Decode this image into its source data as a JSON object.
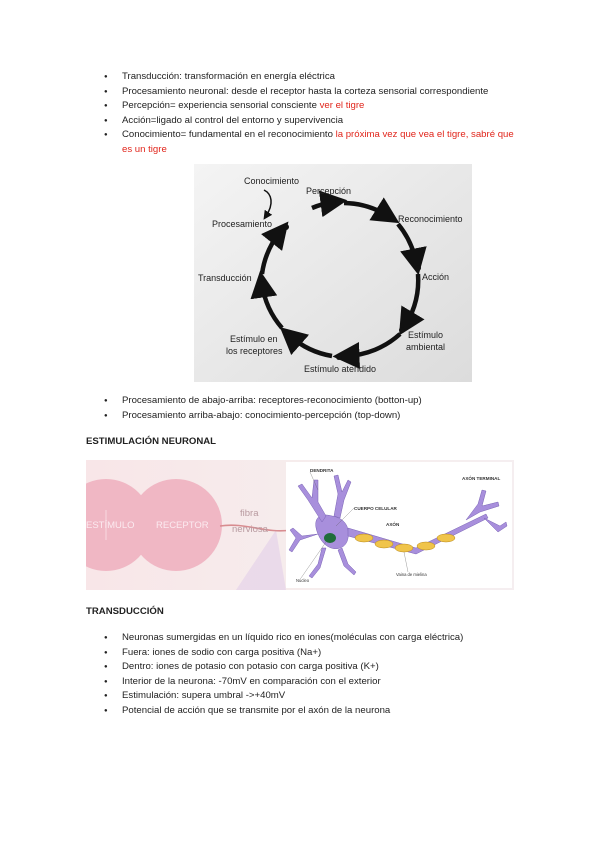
{
  "list1": [
    {
      "text": "Transducción: transformación en energía eléctrica",
      "red": ""
    },
    {
      "text": "Procesamiento neuronal: desde el receptor hasta la corteza sensorial correspondiente",
      "red": ""
    },
    {
      "text": "Percepción= experiencia sensorial consciente ",
      "red": "ver el tigre"
    },
    {
      "text": "Acción=ligado al control del entorno y supervivencia",
      "red": ""
    },
    {
      "text": "Conocimiento= fundamental en el reconocimiento ",
      "red": "la próxima vez que vea el tigre, sabré que es un tigre"
    }
  ],
  "cycle": {
    "conocimiento": "Conocimiento",
    "percepcion": "Percepción",
    "reconocimiento": "Reconocimiento",
    "procesamiento": "Procesamiento",
    "transduccion": "Transducción",
    "accion": "Acción",
    "estimulo_receptores_1": "Estímulo en",
    "estimulo_receptores_2": "los receptores",
    "estimulo_ambiental_1": "Estímulo",
    "estimulo_ambiental_2": "ambiental",
    "estimulo_atendido": "Estímulo atendido"
  },
  "list2": [
    "Procesamiento de abajo-arriba: receptores-reconocimiento (botton-up)",
    "Procesamiento arriba-abajo: conocimiento-percepción (top-down)"
  ],
  "heading1": "ESTIMULACIÓN NEURONAL",
  "neuron": {
    "estimulo": "ESTÍMULO",
    "receptor": "RECEPTOR",
    "fibra_1": "fibra",
    "fibra_2": "nerviosa",
    "dendrita": "DENDRITA",
    "cuerpo_celular": "CUERPO CELULAR",
    "axon": "AXÓN",
    "axon_terminal": "AXÓN TERMINAL",
    "nucleo": "Núcleo",
    "vaina": "Vaina de mielina"
  },
  "heading2": "TRANSDUCCIÓN",
  "list3": [
    "Neuronas sumergidas en un líquido rico en iones(moléculas con carga eléctrica)",
    "Fuera: iones de sodio con carga positiva (Na+)",
    "Dentro: iones de potasio con potasio con carga positiva (K+)",
    "Interior de la neurona: -70mV en comparación con el exterior",
    "Estimulación: supera umbral ->+40mV",
    "Potencial de acción que se transmite por el axón de la neurona"
  ],
  "colors": {
    "red": "#e1251b",
    "neuron": "#a88fdc",
    "myelin": "#f0c44a",
    "bubble": "#f0b7c4"
  }
}
